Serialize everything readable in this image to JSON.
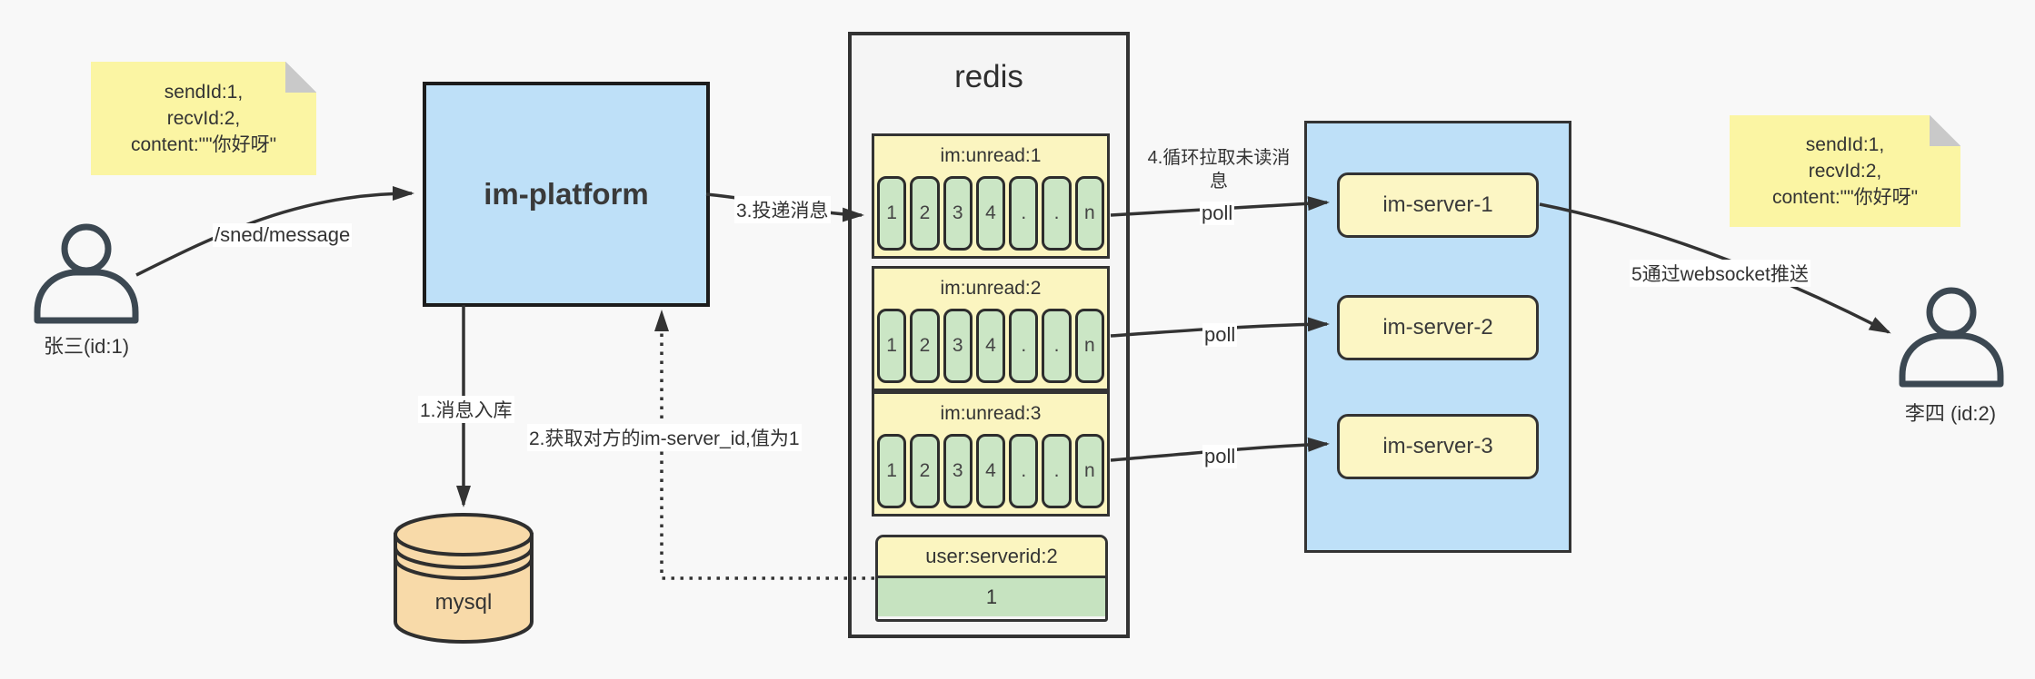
{
  "colors": {
    "background": "#f8f8f8",
    "box_blue": "#bee0f8",
    "note_yellow": "#fbf5a3",
    "header_yellow": "#fbf5c0",
    "server_yellow": "#fcf6c4",
    "cell_green": "#cbe6c5",
    "kv_green": "#c6e3c0",
    "mysql_tan": "#f8daa9",
    "line_dark": "#333333"
  },
  "sender": {
    "label": "张三(id:1)"
  },
  "receiver": {
    "label": "李四 (id:2)"
  },
  "note_left": {
    "line1": "sendId:1,",
    "line2": "recvId:2,",
    "line3": "content:\"\"你好呀\""
  },
  "note_right": {
    "line1": "sendId:1,",
    "line2": "recvId:2,",
    "line3": "content:\"\"你好呀\""
  },
  "platform": {
    "label": "im-platform"
  },
  "mysql": {
    "label": "mysql"
  },
  "redis": {
    "title": "redis",
    "queues": [
      {
        "name": "im:unread:1",
        "cells": [
          "1",
          "2",
          "3",
          "4",
          ".",
          ".",
          "n"
        ]
      },
      {
        "name": "im:unread:2",
        "cells": [
          "1",
          "2",
          "3",
          "4",
          ".",
          ".",
          "n"
        ]
      },
      {
        "name": "im:unread:3",
        "cells": [
          "1",
          "2",
          "3",
          "4",
          ".",
          ".",
          "n"
        ]
      }
    ],
    "kv": {
      "key": "user:serverid:2",
      "value": "1"
    }
  },
  "servers": [
    {
      "label": "im-server-1"
    },
    {
      "label": "im-server-2"
    },
    {
      "label": "im-server-3"
    }
  ],
  "labels": {
    "send": "/sned/message",
    "store": "1.消息入库",
    "fetch": "2.获取对方的im-server_id,值为1",
    "deliver": "3.投递消息",
    "pull": "4.循环拉取未读消息",
    "poll": "poll",
    "push": "5通过websocket推送"
  }
}
